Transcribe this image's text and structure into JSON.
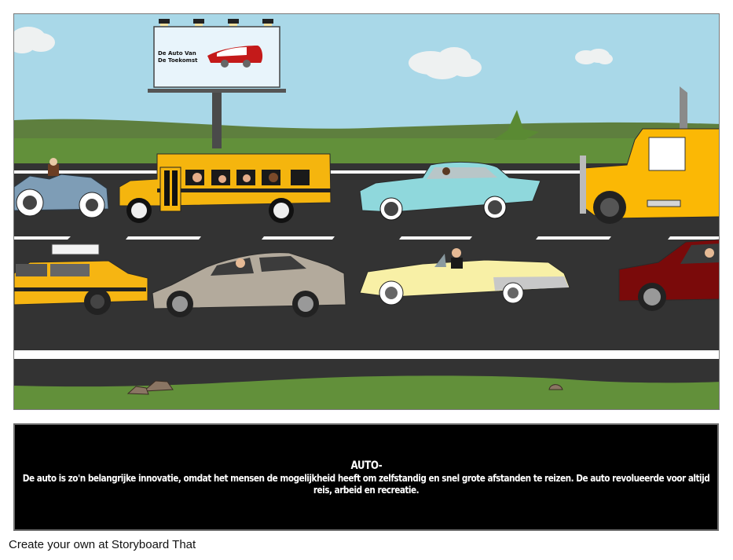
{
  "scene": {
    "billboard": {
      "line1": "De Auto Van",
      "line2": "De Toekomst"
    },
    "colors": {
      "sky": "#a9d8e8",
      "hill_far": "#5e7f3e",
      "grass": "#62903a",
      "road": "#333333",
      "lane_marking": "#ffffff",
      "school_bus": "#f5b50e",
      "taxi": "#f6b512",
      "classic_car_teal": "#8fd8dc",
      "convertible_yellow": "#f8f0a6",
      "sedan_beige": "#b3aa9c",
      "suv_red": "#7a0a0a",
      "vintage_blue": "#7e9db6",
      "truck": "#fbb805"
    },
    "vehicles": [
      "vintage-convertible",
      "school-bus",
      "classic-teal-car",
      "semi-truck",
      "taxi",
      "beige-sedan",
      "yellow-convertible",
      "red-suv"
    ]
  },
  "caption": {
    "title": "AUTO-",
    "text": "De auto is zo'n belangrijke innovatie, omdat het mensen de mogelijkheid heeft om zelfstandig en snel grote afstanden te reizen. De auto revolueerde voor altijd reis, arbeid en recreatie."
  },
  "footer": {
    "text": "Create your own at Storyboard That"
  }
}
